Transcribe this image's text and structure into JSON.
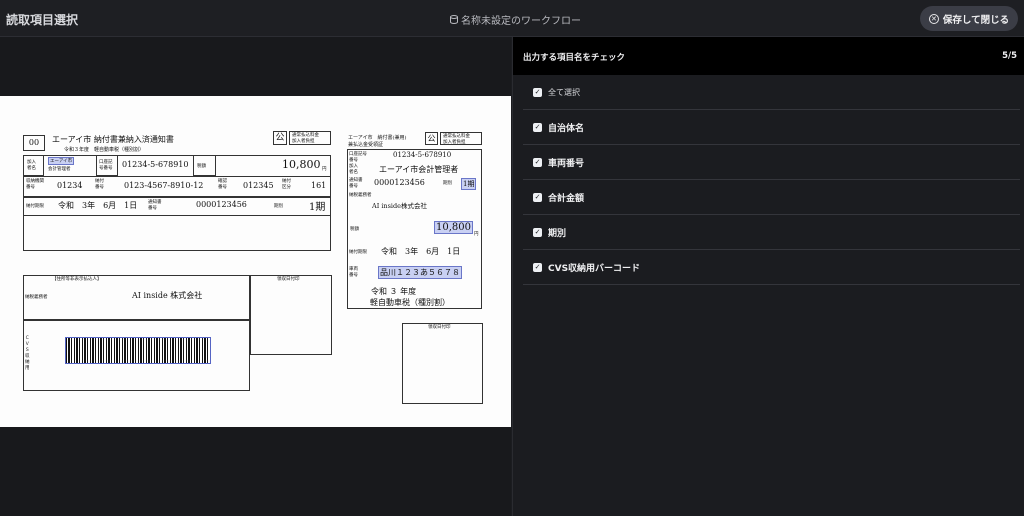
{
  "header": {
    "title": "読取項目選択",
    "workflow_icon": "db-icon",
    "workflow_name": "名称未設定のワークフロー",
    "save_label": "保存して閉じる"
  },
  "panel": {
    "heading": "出力する項目名をチェック",
    "count": "5/5",
    "select_all_label": "全て選択",
    "items": [
      {
        "label": "自治体名",
        "checked": true
      },
      {
        "label": "車両番号",
        "checked": true
      },
      {
        "label": "合計金額",
        "checked": true
      },
      {
        "label": "期別",
        "checked": true
      },
      {
        "label": "CVS収納用バーコード",
        "checked": true
      }
    ]
  },
  "document": {
    "code": "00",
    "form_title": "エーアイ市 納付書兼納入済通知書",
    "year_label": "令和３年度　軽自動車税（種別割）",
    "stamp": "公",
    "stamp_note": "通常払込料金\n加入者負担",
    "payer_label": "加入\n者名",
    "payer_name": "エーアイ市",
    "payer_sub": "会計管理者",
    "account_label": "口座記\n号番号",
    "account_no": "01234-5-678910",
    "tax_label": "税額",
    "amount": "10,800",
    "yen": "円",
    "inst_label": "収納機関\n番号",
    "inst_no": "01234",
    "pay_no_label": "納付\n番号",
    "pay_no": "0123-4567-8910-12",
    "check_label": "確認\n番号",
    "check_no": "012345",
    "div_label": "納付\n区分",
    "div_no": "161",
    "deadline_label": "納付期限",
    "deadline": "令和　3年　6月　1日",
    "notice_label": "通知書\n番号",
    "notice_no": "0000123456",
    "period_label": "期別",
    "period": "1期",
    "address_label": "【住所等非表示払込人】",
    "payer_obligor_label": "納税義務者",
    "company": "AI inside 株式会社",
    "cvs_label": "ＣＶＳ収納用",
    "receipt_stamp": "領収日付印",
    "r_title": "エーアイ市　納付書(兼用)\n兼払込金受領証",
    "r_account_label": "口座記号\n番号",
    "r_account_no": "01234-5-678910",
    "r_payee_label": "加入\n者名",
    "r_payee": "エーアイ市会計管理者",
    "r_notice_label": "通知書\n番号",
    "r_notice_no": "0000123456",
    "r_period_label": "期別",
    "r_period": "1期",
    "r_obligor_label": "納税義務者",
    "r_company": "AI inside株式会社",
    "r_tax_label": "税額",
    "r_amount": "10,800",
    "r_deadline_label": "納付期限",
    "r_deadline": "令和　3年　6月　1日",
    "r_vehicle_label": "車両\n番号",
    "r_vehicle": "品川１２３あ５６７８",
    "r_year": "令和 ３ 年度",
    "r_tax_type": "軽自動車税（種別割）",
    "r_receipt_stamp": "領収日付印"
  }
}
